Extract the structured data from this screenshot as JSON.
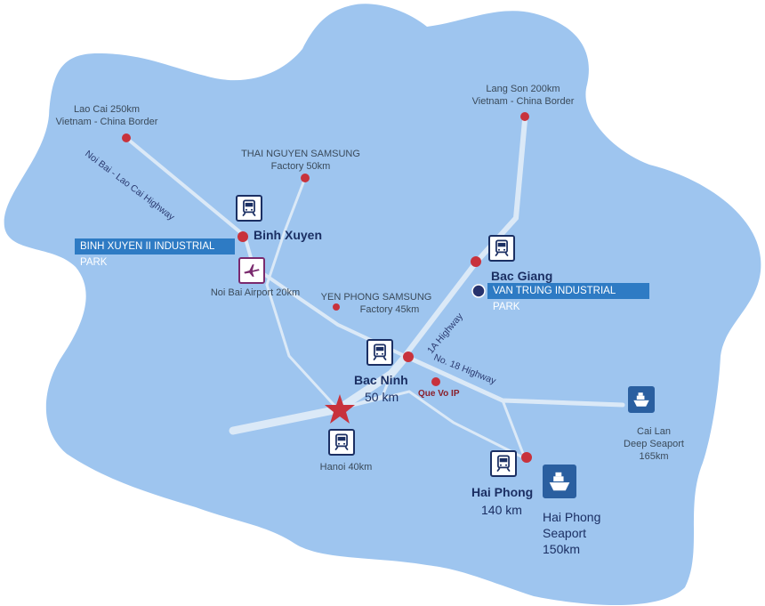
{
  "colors": {
    "land": "#9ec5ef",
    "road": "#dbe9f7",
    "city_dot": "#c8323c",
    "star": "#c8323c",
    "banner": "#2e7bc4",
    "van_trung_dot": "#27336e",
    "text_dark": "#1b2f63"
  },
  "labels": {
    "lao_cai_1": "Lao Cai 250km",
    "lao_cai_2": "Vietnam - China Border",
    "lang_son_1": "Lang Son 200km",
    "lang_son_2": "Vietnam - China Border",
    "thai_nguyen_1": "THAI NGUYEN SAMSUNG",
    "thai_nguyen_2": "Factory 50km",
    "noi_bai_highway": "Noi Bai - Lao Cai Highway",
    "binh_xuyen": "Binh Xuyen",
    "binh_xuyen_park": "BINH XUYEN II INDUSTRIAL PARK",
    "noi_bai_airport": "Noi Bai Airport 20km",
    "yen_phong_1": "YEN PHONG SAMSUNG",
    "yen_phong_2": "Factory 45km",
    "bac_giang": "Bac Giang",
    "van_trung_park": "VAN TRUNG INDUSTRIAL PARK",
    "highway_1a": "1A Highway",
    "highway_18": "No. 18 Highway",
    "bac_ninh": "Bac Ninh",
    "bac_ninh_dist": "50 km",
    "que_vo": "Que Vo IP",
    "cai_lan_1": "Cai Lan",
    "cai_lan_2": "Deep Seaport",
    "cai_lan_3": "165km",
    "hanoi": "Hanoi 40km",
    "hai_phong": "Hai Phong",
    "hai_phong_dist": "140 km",
    "hai_phong_port_1": "Hai Phong",
    "hai_phong_port_2": "Seaport",
    "hai_phong_port_3": "150km"
  },
  "icons": {
    "train": "train-station-icon",
    "airport": "airplane-icon",
    "seaport": "ship-icon",
    "star": "star-marker-icon"
  }
}
